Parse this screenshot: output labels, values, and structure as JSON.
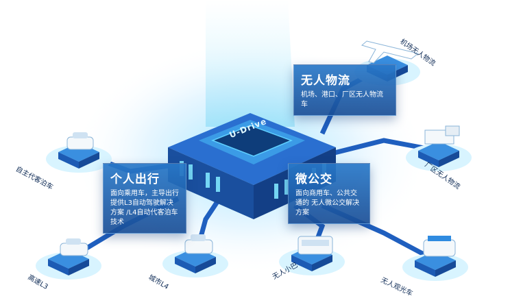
{
  "chip_text": "U-Drive",
  "panels": {
    "logistics": {
      "title": "无人物流",
      "desc": "机场、港口、厂区无人物流 车"
    },
    "personal": {
      "title": "个人出行",
      "desc": "面向乘用车，主导出行 提供L3自动驾驶解决方案 /L4自动代客泊车技术"
    },
    "transit": {
      "title": "微公交",
      "desc": "面向商用车、公共交通的 无人微公交解决方案"
    }
  },
  "nodes": {
    "airport": "机场无人物流",
    "factory": "厂区无人物流",
    "valet": "自主代客泊车",
    "highway": "高速L3",
    "city": "城市L4",
    "minibus": "无人小巴",
    "sightseeing": "无人观光车"
  },
  "colors": {
    "accent": "#1f6fd1",
    "dark": "#163f8a",
    "glow": "#7fe6ff"
  }
}
